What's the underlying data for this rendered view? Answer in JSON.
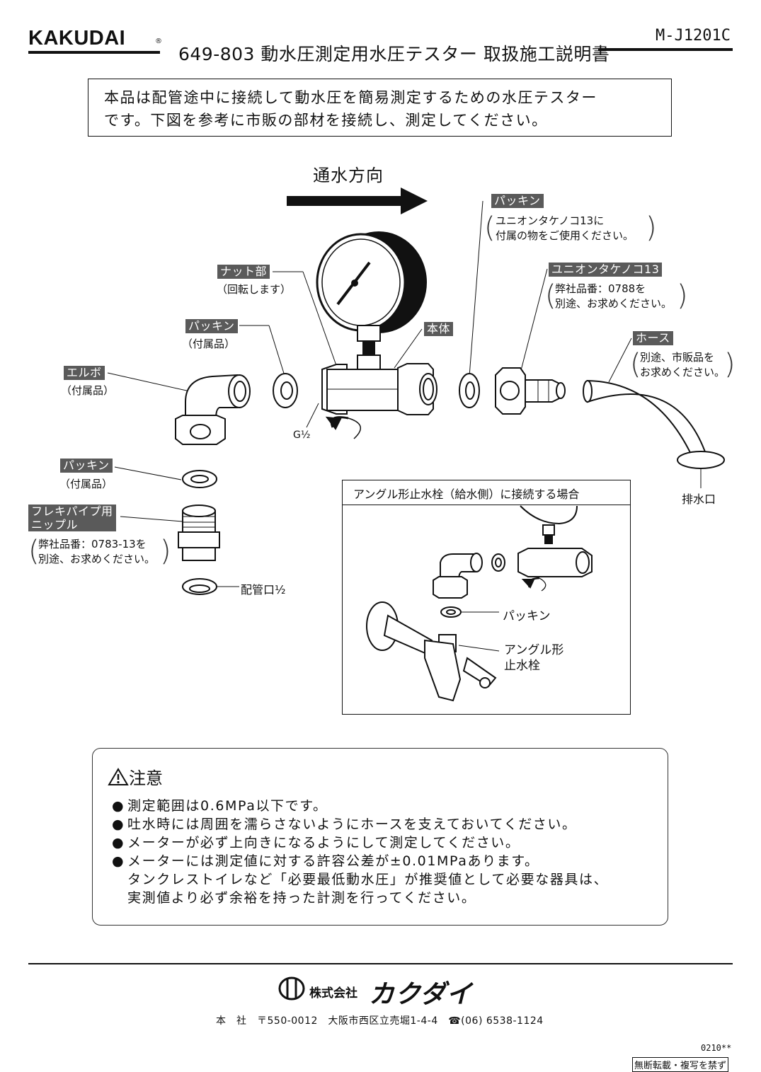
{
  "header": {
    "brand": "KAKUDAI",
    "brand_mark": "®",
    "title": "649-803 動水圧測定用水圧テスター 取扱施工説明書",
    "doc_number": "M-J1201C"
  },
  "intro": {
    "line1": "本品は配管途中に接続して動水圧を簡易測定するための水圧テスター",
    "line2": "です。下図を参考に市販の部材を接続し、測定してください。"
  },
  "diagram": {
    "flow_direction": "通水方向",
    "nut_label": "ナット部",
    "nut_sub": "（回転します）",
    "body_label": "本体",
    "packing_label": "パッキン",
    "packing_sub": "（付属品）",
    "elbow_label": "エルボ",
    "elbow_sub": "（付属品）",
    "g_half": "G½",
    "packing_right_label": "パッキン",
    "packing_right_note_1": "ユニオンタケノコ13に",
    "packing_right_note_2": "付属の物をご使用ください。",
    "union_label": "ユニオンタケノコ13",
    "union_note_1": "弊社品番：0788を",
    "union_note_2": "別途、お求めください。",
    "hose_label": "ホース",
    "hose_note_1": "別途、市販品を",
    "hose_note_2": "お求めください。",
    "drain_label": "排水口",
    "packing_lower_label": "パッキン",
    "packing_lower_sub": "（付属品）",
    "nipple_label_1": "フレキパイプ用",
    "nipple_label_2": "ニップル",
    "nipple_note_1": "弊社品番：0783-13を",
    "nipple_note_2": "別途、お求めください。",
    "pipe_label": "配管口½"
  },
  "inset": {
    "title": "アングル形止水栓（給水側）に接続する場合",
    "packing_label": "パッキン",
    "valve_label_1": "アングル形",
    "valve_label_2": "止水栓"
  },
  "caution": {
    "heading": "注意",
    "bullet": "●",
    "items": [
      "測定範囲は0.6MPa以下です。",
      "吐水時には周囲を濡らさないようにホースを支えておいてください。",
      "メーターが必ず上向きになるようにして測定してください。",
      "メーターには測定値に対する許容公差が±0.01MPaあります。"
    ],
    "item4_cont_1": "タンクレストイレなど「必要最低動水圧」が推奨値として必要な器具は、",
    "item4_cont_2": "実測値より必ず余裕を持った計測を行ってください。"
  },
  "footer": {
    "company_prefix": "株式会社",
    "company_name": "カクダイ",
    "address": "本　社　〒550-0012　大阪市西区立売堀1-4-4　☎(06) 6538-1124",
    "version": "0210**",
    "notice": "無断転載・複写を禁ず"
  },
  "colors": {
    "ink": "#111111",
    "label_bg": "#5a5a5a",
    "label_text": "#ffffff"
  }
}
